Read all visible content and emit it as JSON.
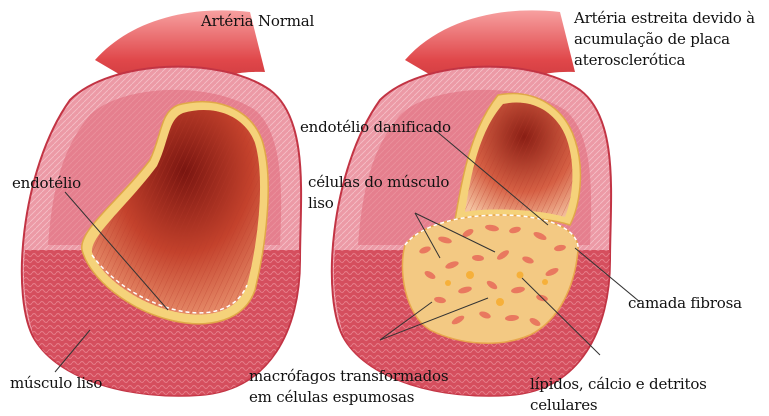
{
  "titles": {
    "normal": "Artéria Normal",
    "narrowed": [
      "Artéria estreita devido à",
      "acumulação de placa",
      "aterosclerótica"
    ]
  },
  "labels": {
    "endotelio": "endotélio",
    "musculo_liso": "músculo liso",
    "endotelio_danificado": "endotélio danificado",
    "celulas_musculo_liso": [
      "células do músculo",
      "liso"
    ],
    "camada_fibrosa": "camada fibrosa",
    "macrofagos": [
      "macrófagos transformados",
      "em células espumosas"
    ],
    "lipidos": [
      "lípidos, cálcio e detritos",
      "celulares"
    ]
  },
  "colors": {
    "outer_tube": "#e0474a",
    "wall_pink": "#e8a0a8",
    "muscle_red": "#d24555",
    "lumen_dark": "#a8231c",
    "endothelium": "#f5d27a",
    "plaque": "#f3c983",
    "foam_cells": "#e9785f"
  }
}
